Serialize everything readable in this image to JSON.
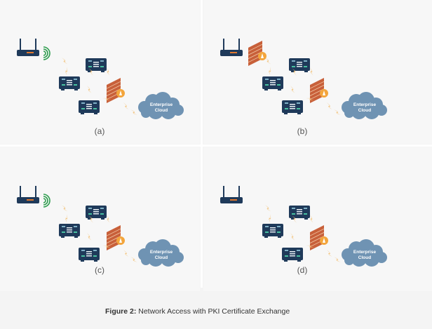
{
  "panels": [
    {
      "label": "(a)",
      "cloud_text_1": "Enterprise",
      "cloud_text_2": "Cloud"
    },
    {
      "label": "(b)",
      "cloud_text_1": "Enterprise",
      "cloud_text_2": "Cloud"
    },
    {
      "label": "(c)",
      "cloud_text_1": "Enterprise",
      "cloud_text_2": "Cloud"
    },
    {
      "label": "(d)",
      "cloud_text_1": "Enterprise",
      "cloud_text_2": "Cloud"
    }
  ],
  "caption": {
    "bold": "Figure 2:",
    "text": " Network Access with PKI Certificate Exchange"
  },
  "colors": {
    "router": "#1f3a5a",
    "server": "#1f3a5a",
    "firewall": "#c8603a",
    "cloud": "#6f93b3",
    "bolt": "#f2c27a",
    "wifi": "#2e9d4e"
  },
  "icons": [
    "router-icon",
    "wifi-icon",
    "server-icon",
    "firewall-icon",
    "cloud-icon",
    "lightning-icon"
  ]
}
